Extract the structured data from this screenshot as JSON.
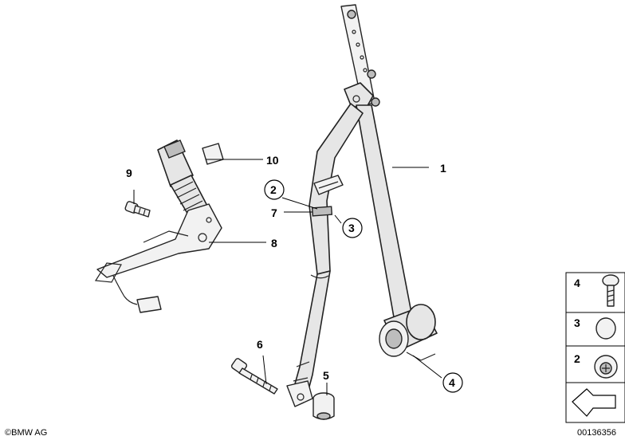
{
  "callouts": {
    "c1": "1",
    "c2": "2",
    "c3": "3",
    "c4": "4",
    "c5": "5",
    "c6": "6",
    "c7": "7",
    "c8": "8",
    "c9": "9",
    "c10": "10"
  },
  "legend": {
    "items": [
      "4",
      "3",
      "2"
    ]
  },
  "footer": {
    "brand": "©BMW AG",
    "code": "00136356"
  }
}
